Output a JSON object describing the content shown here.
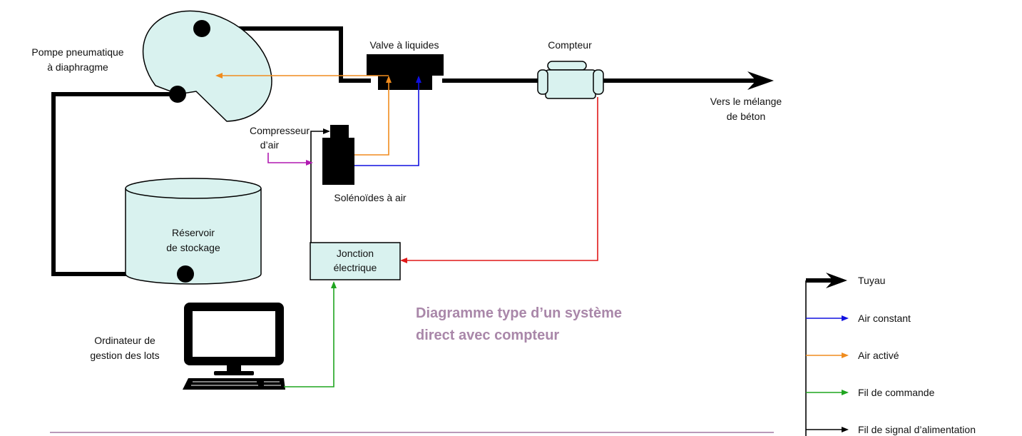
{
  "diagram": {
    "title_line1": "Diagramme type d’un système",
    "title_line2": "direct avec compteur",
    "labels": {
      "pump_line1": "Pompe pneumatique",
      "pump_line2": "à diaphragme",
      "valve": "Valve à liquides",
      "meter": "Compteur",
      "destination_line1": "Vers le mélange",
      "destination_line2": "de béton",
      "compressor_line1": "Compresseur",
      "compressor_line2": "d’air",
      "solenoids": "Solénoïdes à air",
      "tank_line1": "Réservoir",
      "tank_line2": "de stockage",
      "junction_line1": "Jonction",
      "junction_line2": "électrique",
      "computer_line1": "Ordinateur de",
      "computer_line2": "gestion des lots"
    }
  },
  "legend": {
    "items": [
      {
        "label": "Tuyau",
        "color": "#000000"
      },
      {
        "label": "Air constant",
        "color": "#1010e0"
      },
      {
        "label": "Air activé",
        "color": "#f08c1e"
      },
      {
        "label": "Fil de commande",
        "color": "#1fa51f"
      },
      {
        "label": "Fil de signal d’alimentation",
        "color": "#000000"
      }
    ]
  },
  "colors": {
    "hose": "#000000",
    "constant_air": "#1010e0",
    "activated_air": "#f08c1e",
    "control_wire": "#1fa51f",
    "meter_signal": "#e01818",
    "compressor_air": "#b019b0",
    "component_fill": "#d9f2ef",
    "title": "#a987a9",
    "divider": "#b99ab9"
  }
}
